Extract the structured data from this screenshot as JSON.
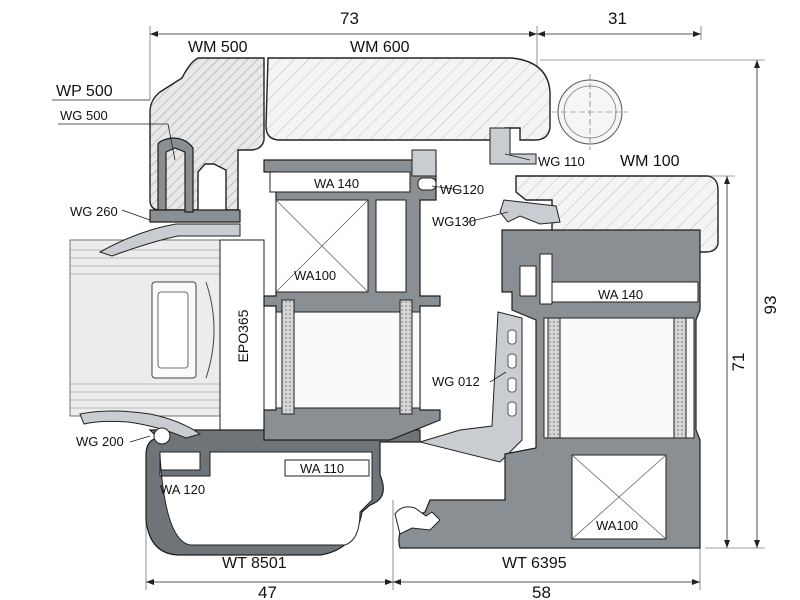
{
  "dimensions": {
    "top_left": "73",
    "top_right": "31",
    "right_outer": "93",
    "right_inner": "71",
    "bottom_left": "47",
    "bottom_right": "58"
  },
  "labels": {
    "wm500": "WM 500",
    "wm600": "WM 600",
    "wp500": "WP 500",
    "wg500": "WG 500",
    "wg260": "WG 260",
    "wg200": "WG 200",
    "wa120": "WA 120",
    "wt8501": "WT 8501",
    "wt6395": "WT 6395",
    "wa140_top": "WA 140",
    "wa100_left": "WA100",
    "epo365": "EPO365",
    "wa110": "WA 110",
    "wg120": "WG120",
    "wg130": "WG130",
    "wg110": "WG 110",
    "wm100": "WM 100",
    "wa140_right": "WA 140",
    "wg012": "WG 012",
    "wa100_right": "WA100"
  }
}
